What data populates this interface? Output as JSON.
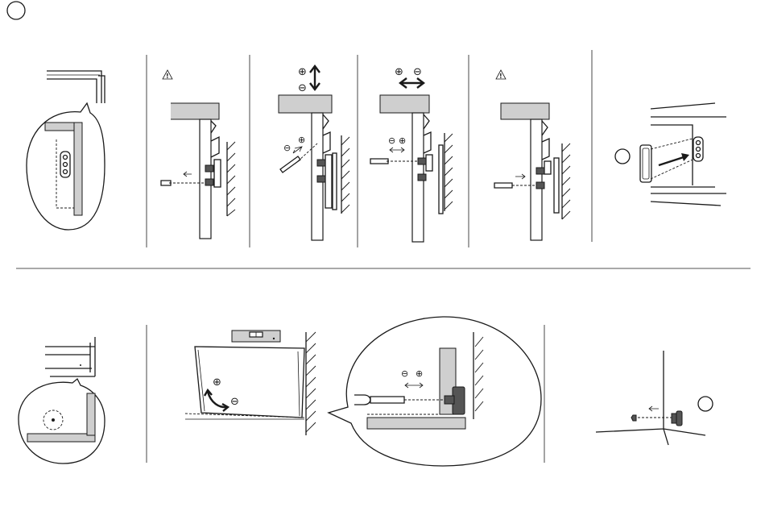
{
  "symbols": {
    "plus": "⊕",
    "minus": "⊖",
    "warning": "!"
  },
  "colors": {
    "line": "#1a1a1a",
    "fill_grey": "#cfcfcf",
    "fill_dark": "#555555",
    "background": "#ffffff"
  },
  "panels_top": [
    {
      "id": "locate-mounting-plate"
    },
    {
      "id": "remove-screw",
      "warning": true
    },
    {
      "id": "adjust-vertical"
    },
    {
      "id": "adjust-horizontal"
    },
    {
      "id": "refit-screw",
      "warning": true
    },
    {
      "id": "fit-cover-cap"
    }
  ],
  "panels_bottom": [
    {
      "id": "locate-leveling-foot"
    },
    {
      "id": "level-cabinet"
    },
    {
      "id": "adjust-foot-detail"
    },
    {
      "id": "fit-foot-cap"
    }
  ]
}
